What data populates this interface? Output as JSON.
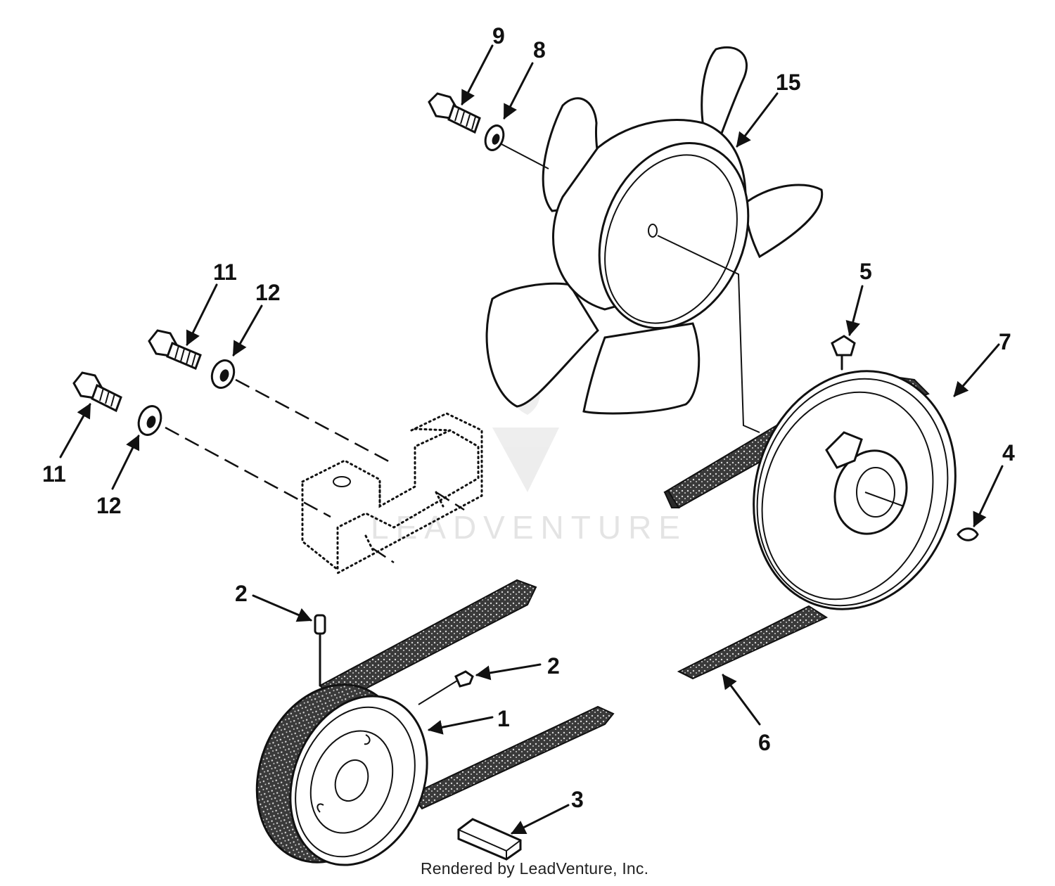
{
  "watermark": {
    "brand_text": "LEADVENTURE"
  },
  "footer": {
    "text": "Rendered by LeadVenture, Inc."
  },
  "callouts": [
    {
      "id": "c9",
      "label": "9"
    },
    {
      "id": "c8",
      "label": "8"
    },
    {
      "id": "c15",
      "label": "15"
    },
    {
      "id": "c11a",
      "label": "11"
    },
    {
      "id": "c12a",
      "label": "12"
    },
    {
      "id": "c11b",
      "label": "11"
    },
    {
      "id": "c12b",
      "label": "12"
    },
    {
      "id": "c5",
      "label": "5"
    },
    {
      "id": "c7",
      "label": "7"
    },
    {
      "id": "c4",
      "label": "4"
    },
    {
      "id": "c2a",
      "label": "2"
    },
    {
      "id": "c2b",
      "label": "2"
    },
    {
      "id": "c1",
      "label": "1"
    },
    {
      "id": "c3",
      "label": "3"
    },
    {
      "id": "c6",
      "label": "6"
    }
  ]
}
